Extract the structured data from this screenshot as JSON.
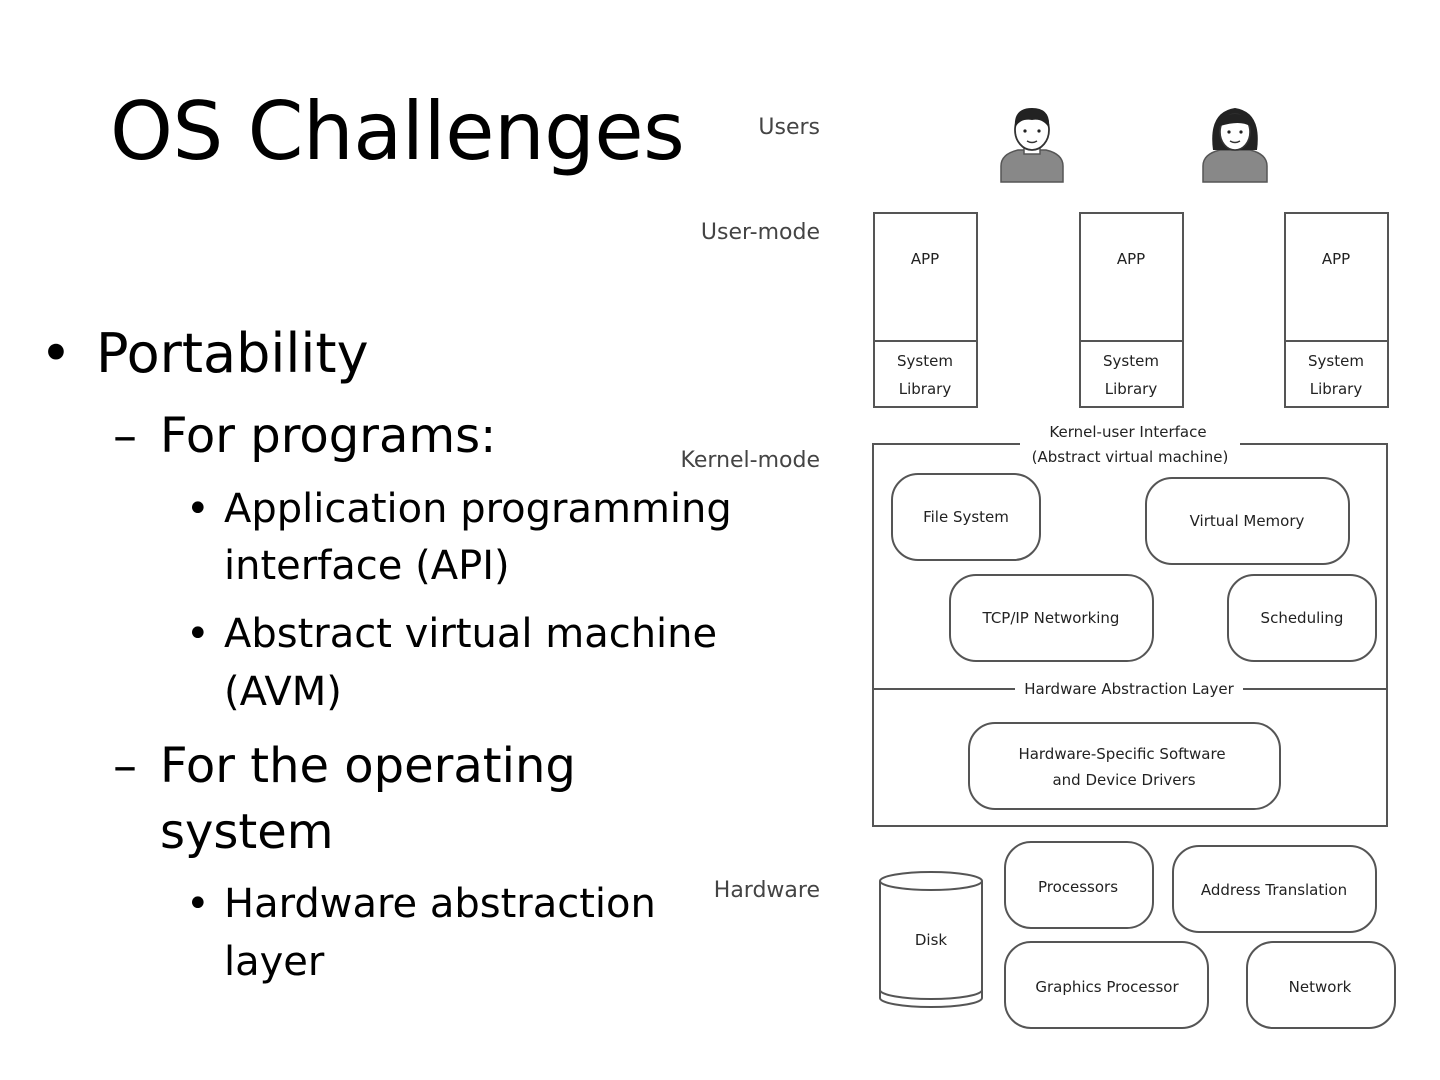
{
  "slide": {
    "title": "OS Challenges",
    "bullets": {
      "b1": "Portability",
      "b1_1": "For programs:",
      "b1_1_1_line1": "Application programming",
      "b1_1_1_line2": "interface (API)",
      "b1_1_2_line1": "Abstract virtual machine",
      "b1_1_2_line2": "(AVM)",
      "b1_2_line1": "For the operating",
      "b1_2_line2": "system",
      "b1_2_1_line1": "Hardware abstraction",
      "b1_2_1_line2": "layer"
    },
    "markers": {
      "dot": "•",
      "dash": "–"
    }
  },
  "diagram": {
    "levels": {
      "users": "Users",
      "user_mode": "User-mode",
      "kernel_mode": "Kernel-mode",
      "hardware": "Hardware"
    },
    "apps": [
      {
        "app": "APP",
        "lib1": "System",
        "lib2": "Library"
      },
      {
        "app": "APP",
        "lib1": "System",
        "lib2": "Library"
      },
      {
        "app": "APP",
        "lib1": "System",
        "lib2": "Library"
      }
    ],
    "kernel_interface_1": "Kernel-user Interface",
    "kernel_interface_2": "(Abstract virtual machine)",
    "kernel_components": {
      "file_system": "File System",
      "virtual_memory": "Virtual Memory",
      "tcpip": "TCP/IP Networking",
      "scheduling": "Scheduling"
    },
    "hal": "Hardware Abstraction Layer",
    "drivers_1": "Hardware-Specific Software",
    "drivers_2": "and Device Drivers",
    "hardware_components": {
      "disk": "Disk",
      "processors": "Processors",
      "address_translation": "Address Translation",
      "graphics": "Graphics Processor",
      "network": "Network"
    },
    "icons": [
      "male-user-icon",
      "female-user-icon"
    ],
    "colors": {
      "stroke": "#555555",
      "figure": "#777777"
    }
  }
}
